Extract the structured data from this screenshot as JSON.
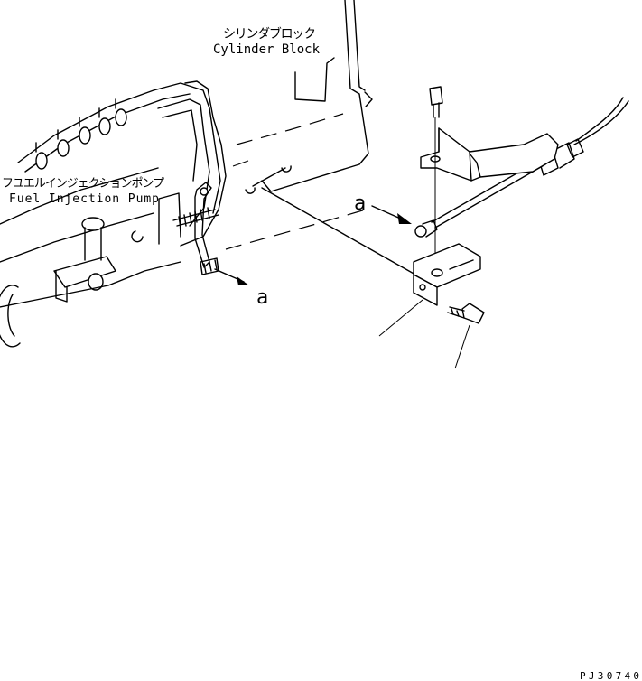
{
  "labels": {
    "cylinder_block_jp": "シリンダブロック",
    "cylinder_block_en": "Cylinder Block",
    "fuel_pump_jp": "フユエルインジェクションポンプ",
    "fuel_pump_en": "Fuel Injection Pump",
    "view_marker_left": "a",
    "view_marker_right": "a",
    "drawing_code": "PJ30740"
  },
  "colors": {
    "line": "#000000",
    "background": "#ffffff"
  }
}
